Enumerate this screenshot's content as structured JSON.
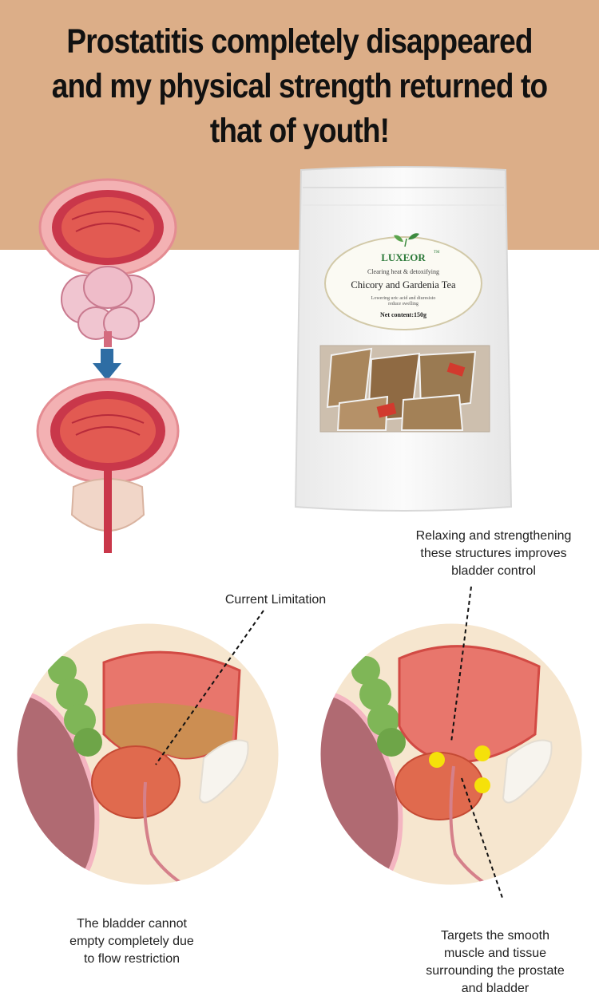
{
  "headline": {
    "line1": "Prostatitis completely disappeared",
    "line2": "and my physical strength returned to",
    "line3": "that of youth!"
  },
  "product": {
    "brand": "LUXEOR",
    "trademark": "TM",
    "tagline": "Clearing heat & detoxifying",
    "name": "Chicory and Gardenia Tea",
    "benefit_line1": "Lowering uric acid and diuresisto",
    "benefit_line2": "reduce swelling",
    "net_content": "Net content:150g"
  },
  "captions": {
    "right_top_line1": "Relaxing and strengthening",
    "right_top_line2": "these structures improves",
    "right_top_line3": "bladder control",
    "left_top": "Current Limitation",
    "left_bottom_line1": "The bladder cannot",
    "left_bottom_line2": "empty completely due",
    "left_bottom_line3": "to flow restriction",
    "right_bottom_line1": "Targets the smooth",
    "right_bottom_line2": "muscle and tissue",
    "right_bottom_line3": "surrounding the prostate",
    "right_bottom_line4": "and bladder"
  },
  "colors": {
    "band": "#dcae88",
    "bladder": "#d9534f",
    "prostate": "#e07a5f",
    "highlight_dot": "#f5e10a",
    "arrow": "#2e6da4"
  }
}
